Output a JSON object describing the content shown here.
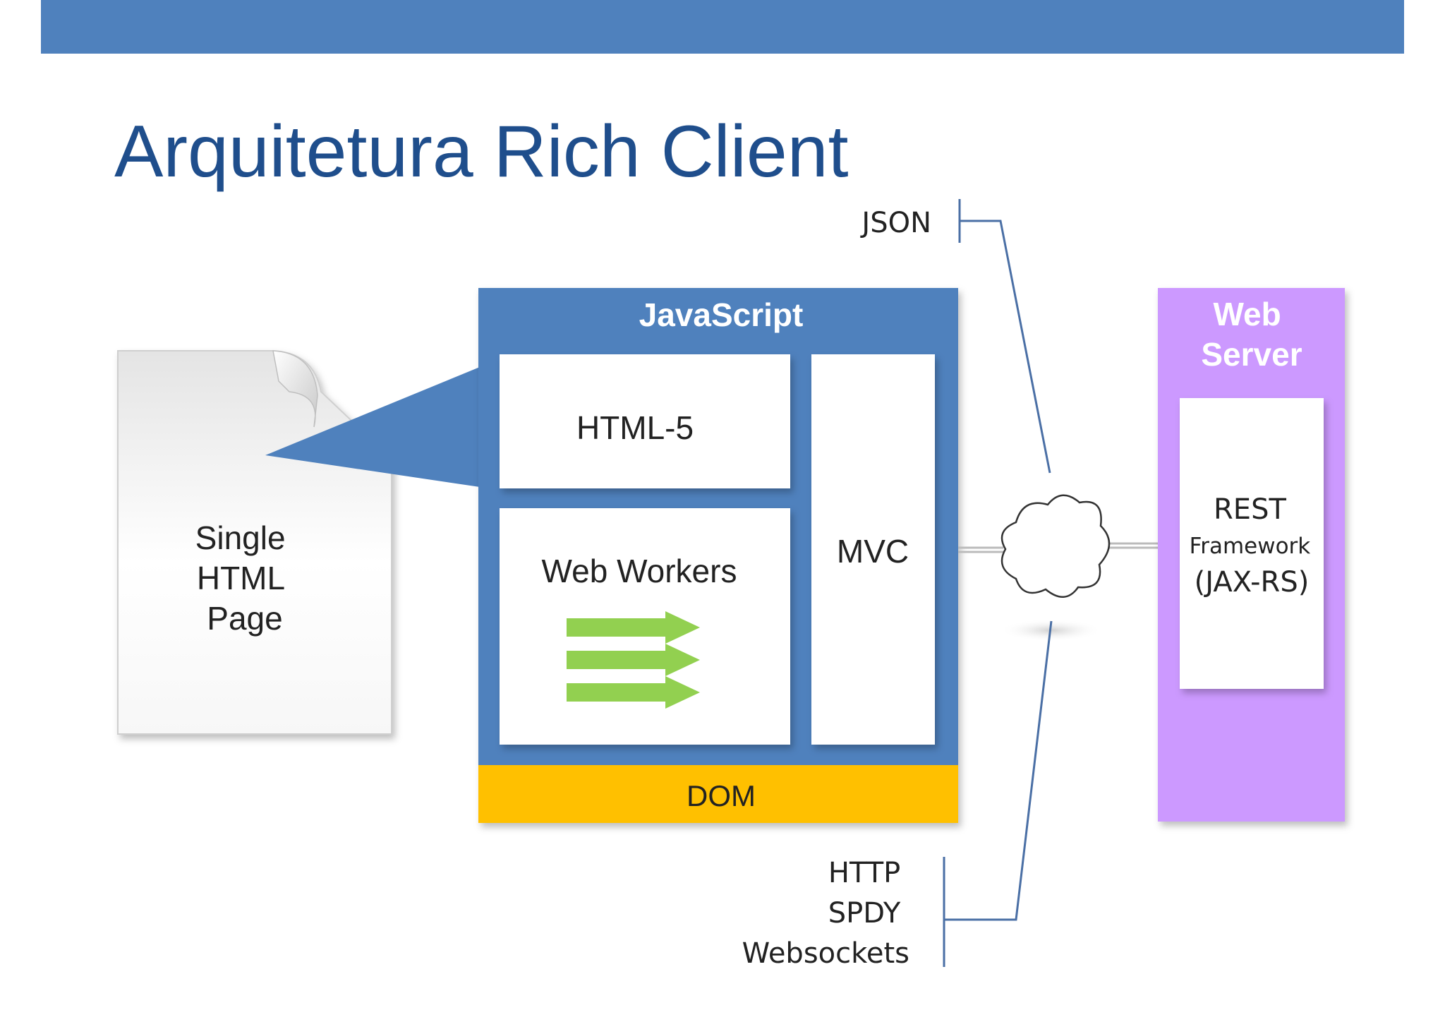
{
  "slide": {
    "title": "Arquitetura Rich Client"
  },
  "diagram": {
    "page": {
      "lines": [
        "Single",
        "HTML",
        "Page"
      ]
    },
    "javascript": {
      "title": "JavaScript",
      "html5": "HTML-5",
      "web_workers": "Web Workers",
      "mvc": "MVC",
      "dom": "DOM"
    },
    "protocols": {
      "json": "JSON",
      "transport": [
        "HTTP",
        "SPDY",
        "Websockets"
      ]
    },
    "server": {
      "title_lines": [
        "Web",
        "Server"
      ],
      "rest_lines": [
        "REST",
        "Framework",
        "(JAX-RS)"
      ]
    },
    "colors": {
      "accent_blue": "#4f81bd",
      "title_blue": "#1f4e8c",
      "dom_yellow": "#ffc000",
      "server_purple": "#cc99ff",
      "arrow_green": "#92d050"
    }
  }
}
